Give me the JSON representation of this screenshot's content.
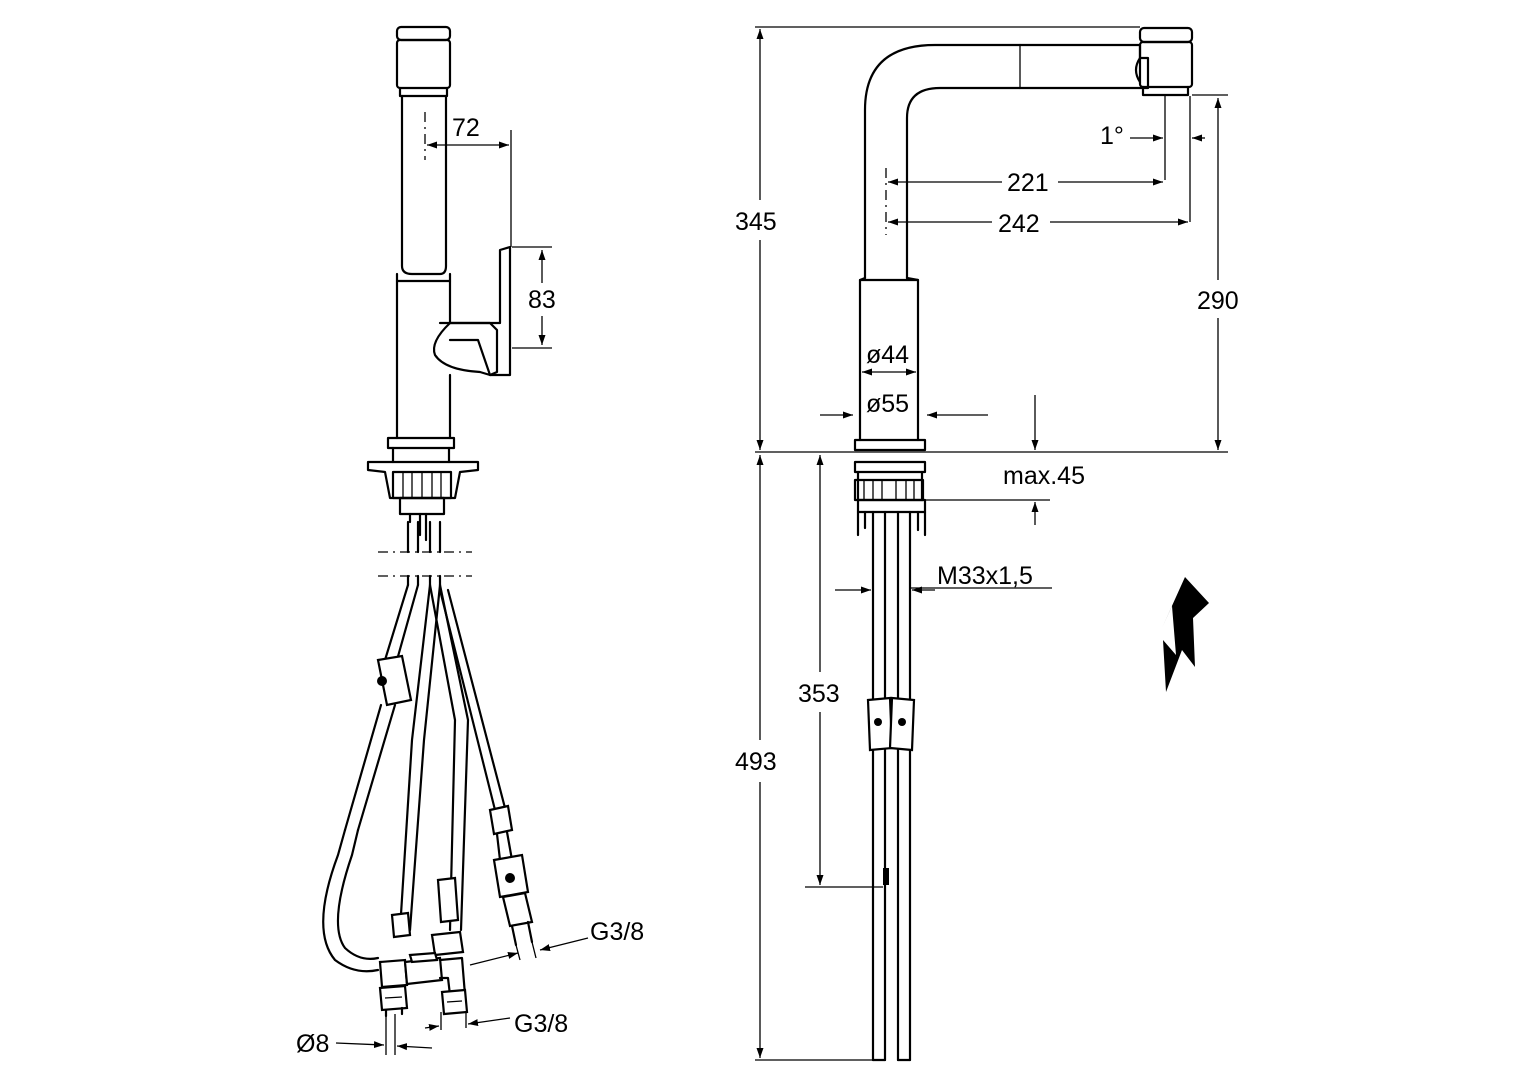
{
  "dimensions": {
    "side_view": {
      "offset": "72",
      "lever_height": "83",
      "hose_diameter": "Ø8",
      "connector_left": "G3/8",
      "connector_right": "G3/8"
    },
    "front_view": {
      "total_height": "345",
      "below_deck": "493",
      "hose_length": "353",
      "spout_angle": "1°",
      "reach_inner": "221",
      "reach_outer": "242",
      "spout_height": "290",
      "body_diameter": "ø44",
      "base_diameter": "ø55",
      "max_deck_thickness": "max.45",
      "thread": "M33x1,5"
    }
  },
  "symbols": {
    "electric": "lightning-bolt-icon"
  },
  "colors": {
    "line": "#000000",
    "background": "#ffffff"
  }
}
